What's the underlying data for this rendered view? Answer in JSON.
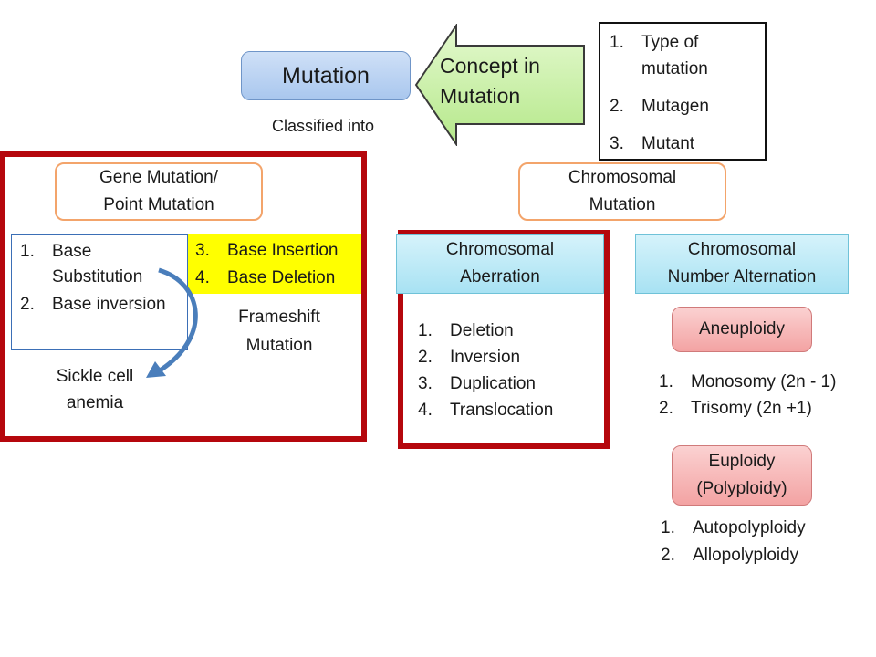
{
  "top": {
    "mutation_title": "Mutation",
    "classified_label": "Classified into",
    "concept_line1": "Concept in",
    "concept_line2": "Mutation",
    "concept_items": [
      {
        "num": "1.",
        "text": "Type of mutation"
      },
      {
        "num": "2.",
        "text": "Mutagen"
      },
      {
        "num": "3.",
        "text": "Mutant"
      }
    ]
  },
  "gene": {
    "title_line1": "Gene Mutation/",
    "title_line2": "Point Mutation",
    "left_items": [
      {
        "num": "1.",
        "text": "Base Substitution"
      },
      {
        "num": "2.",
        "text": "Base inversion"
      }
    ],
    "right_items": [
      {
        "num": "3.",
        "text": "Base Insertion"
      },
      {
        "num": "4.",
        "text": "Base Deletion"
      }
    ],
    "frameshift_line1": "Frameshift",
    "frameshift_line2": "Mutation",
    "sickle_line1": "Sickle cell",
    "sickle_line2": "anemia"
  },
  "chromosomal": {
    "title_line1": "Chromosomal",
    "title_line2": "Mutation",
    "aberration": {
      "title_line1": "Chromosomal",
      "title_line2": "Aberration",
      "items": [
        {
          "num": "1.",
          "text": "Deletion"
        },
        {
          "num": "2.",
          "text": "Inversion"
        },
        {
          "num": "3.",
          "text": "Duplication"
        },
        {
          "num": "4.",
          "text": "Translocation"
        }
      ]
    },
    "number": {
      "title_line1": "Chromosomal",
      "title_line2": "Number Alternation",
      "aneuploidy_label": "Aneuploidy",
      "aneuploidy_items": [
        {
          "num": "1.",
          "text": "Monosomy (2n - 1)"
        },
        {
          "num": "2.",
          "text": "Trisomy (2n +1)"
        }
      ],
      "euploidy_line1": "Euploidy",
      "euploidy_line2": "(Polyploidy)",
      "euploidy_items": [
        {
          "num": "1.",
          "text": "Autopolyploidy"
        },
        {
          "num": "2.",
          "text": "Allopolyploidy"
        }
      ]
    }
  },
  "colors": {
    "frame_red": "#b5070d",
    "highlight_yellow": "#ffff00",
    "arrow_blue": "#4a7ebb",
    "concept_green": "#c6f0a0"
  }
}
